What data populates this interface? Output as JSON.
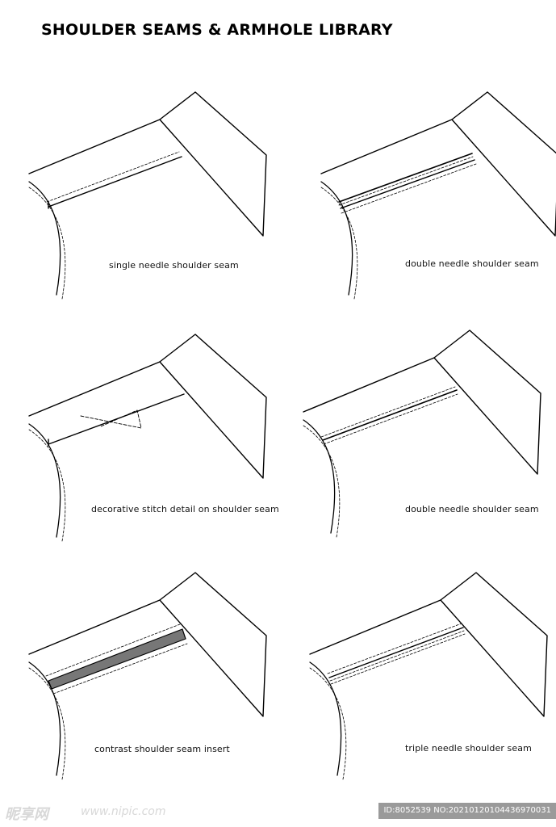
{
  "title": "SHOULDER SEAMS & ARMHOLE LIBRARY",
  "colors": {
    "line": "#000000",
    "insert_fill": "#777777",
    "watermark": "#d8d8d8",
    "id_badge": "#9a9a9a"
  },
  "panels": [
    {
      "caption": "single needle shoulder seam",
      "variant": "single"
    },
    {
      "caption": "double needle shoulder seam",
      "variant": "double"
    },
    {
      "caption": "decorative stitch detail on shoulder seam",
      "variant": "decorative"
    },
    {
      "caption": "double needle shoulder seam",
      "variant": "double-narrow"
    },
    {
      "caption": "contrast shoulder seam insert",
      "variant": "insert"
    },
    {
      "caption": "triple needle shoulder seam",
      "variant": "triple"
    }
  ],
  "watermark": {
    "logo": "昵享网",
    "url": "www.nipic.com",
    "id": "ID:8052539 NO:20210120104436970031"
  }
}
